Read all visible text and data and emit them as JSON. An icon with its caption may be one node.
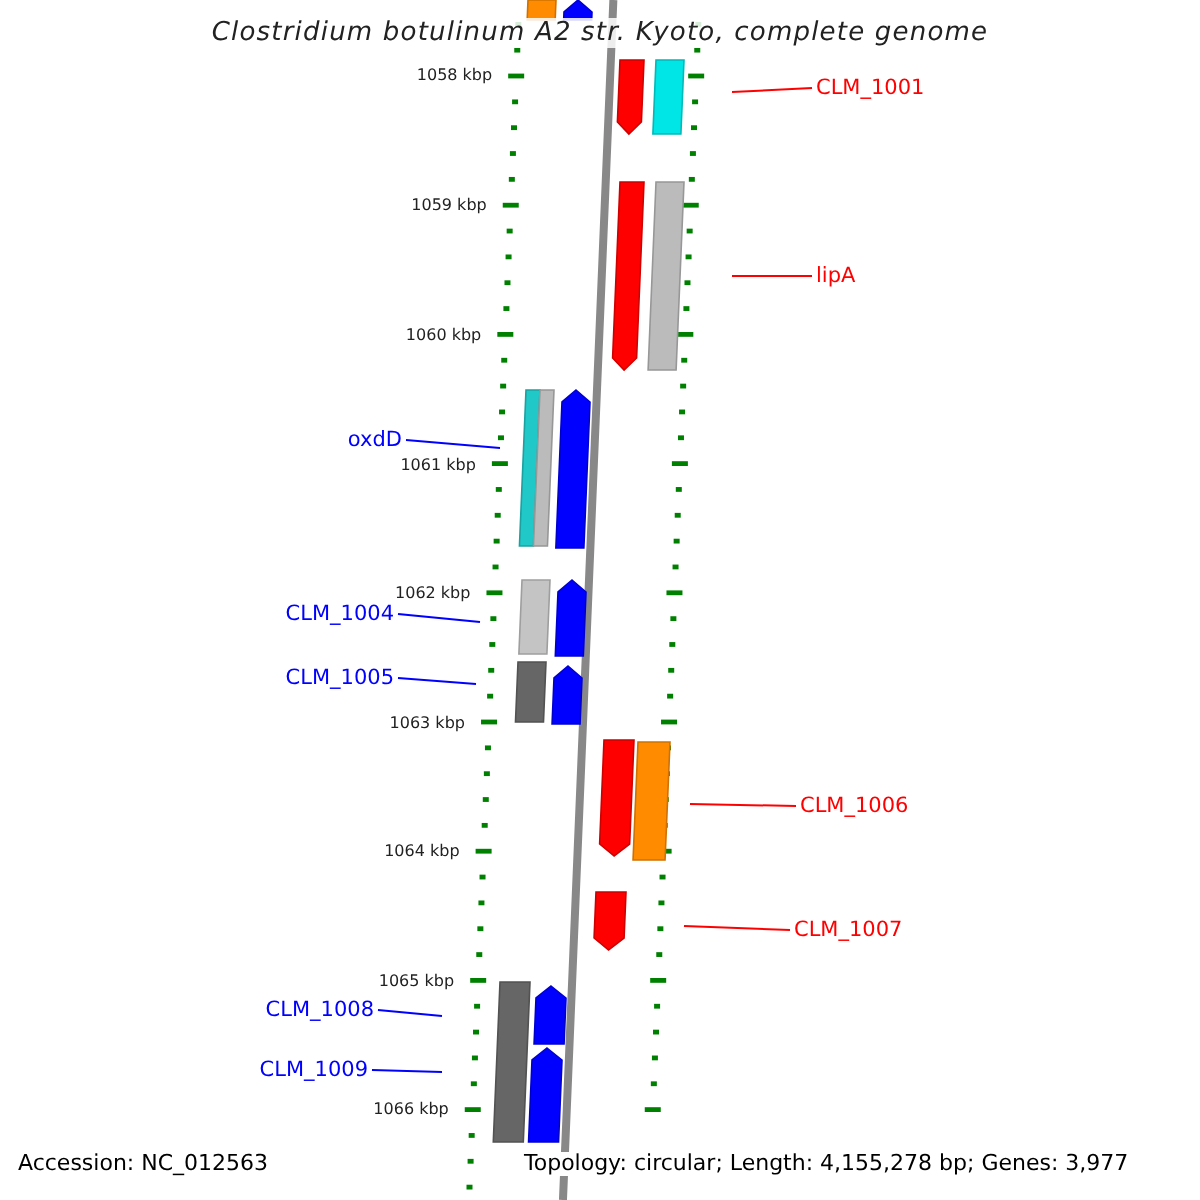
{
  "diagram": {
    "title": "Clostridium botulinum A2 str. Kyoto, complete genome",
    "nodes": [
      {
        "text": [
          "CLM_1001"
        ]
      },
      {
        "text": [
          "lipA"
        ]
      },
      {
        "text": [
          "oxdD"
        ]
      },
      {
        "text": [
          "CLM_1004"
        ]
      },
      {
        "text": [
          "CLM_1005"
        ]
      },
      {
        "text": [
          "CLM_1006"
        ]
      },
      {
        "text": [
          "CLM_1007"
        ]
      },
      {
        "text": [
          "CLM_1008"
        ]
      },
      {
        "text": [
          "CLM_1009"
        ]
      }
    ],
    "edges": [
      {
        "from": 0,
        "to": null,
        "arrow": "none",
        "color": "#ff0000"
      },
      {
        "from": 1,
        "to": null,
        "arrow": "none",
        "color": "#ff0000"
      },
      {
        "from": 2,
        "to": null,
        "arrow": "none"
      },
      {
        "from": 3,
        "to": null,
        "arrow": "none"
      },
      {
        "from": 4,
        "to": null,
        "arrow": "none"
      },
      {
        "from": 5,
        "to": null,
        "arrow": "none",
        "color": "#ff0000"
      },
      {
        "from": 6,
        "to": null,
        "arrow": "none",
        "color": "#ff0000"
      },
      {
        "from": 7,
        "to": null,
        "arrow": "none"
      },
      {
        "from": 8,
        "to": null,
        "arrow": "none"
      }
    ],
    "labels": [
      "1058 kbp",
      "1059 kbp",
      "1060 kbp",
      "1061 kbp",
      "1062 kbp",
      "1063 kbp",
      "1064 kbp",
      "1065 kbp",
      "1066 kbp",
      "Accession: NC_012563",
      "Topology: circular; Length: 4,155,278 bp; Genes: 3,977"
    ]
  }
}
